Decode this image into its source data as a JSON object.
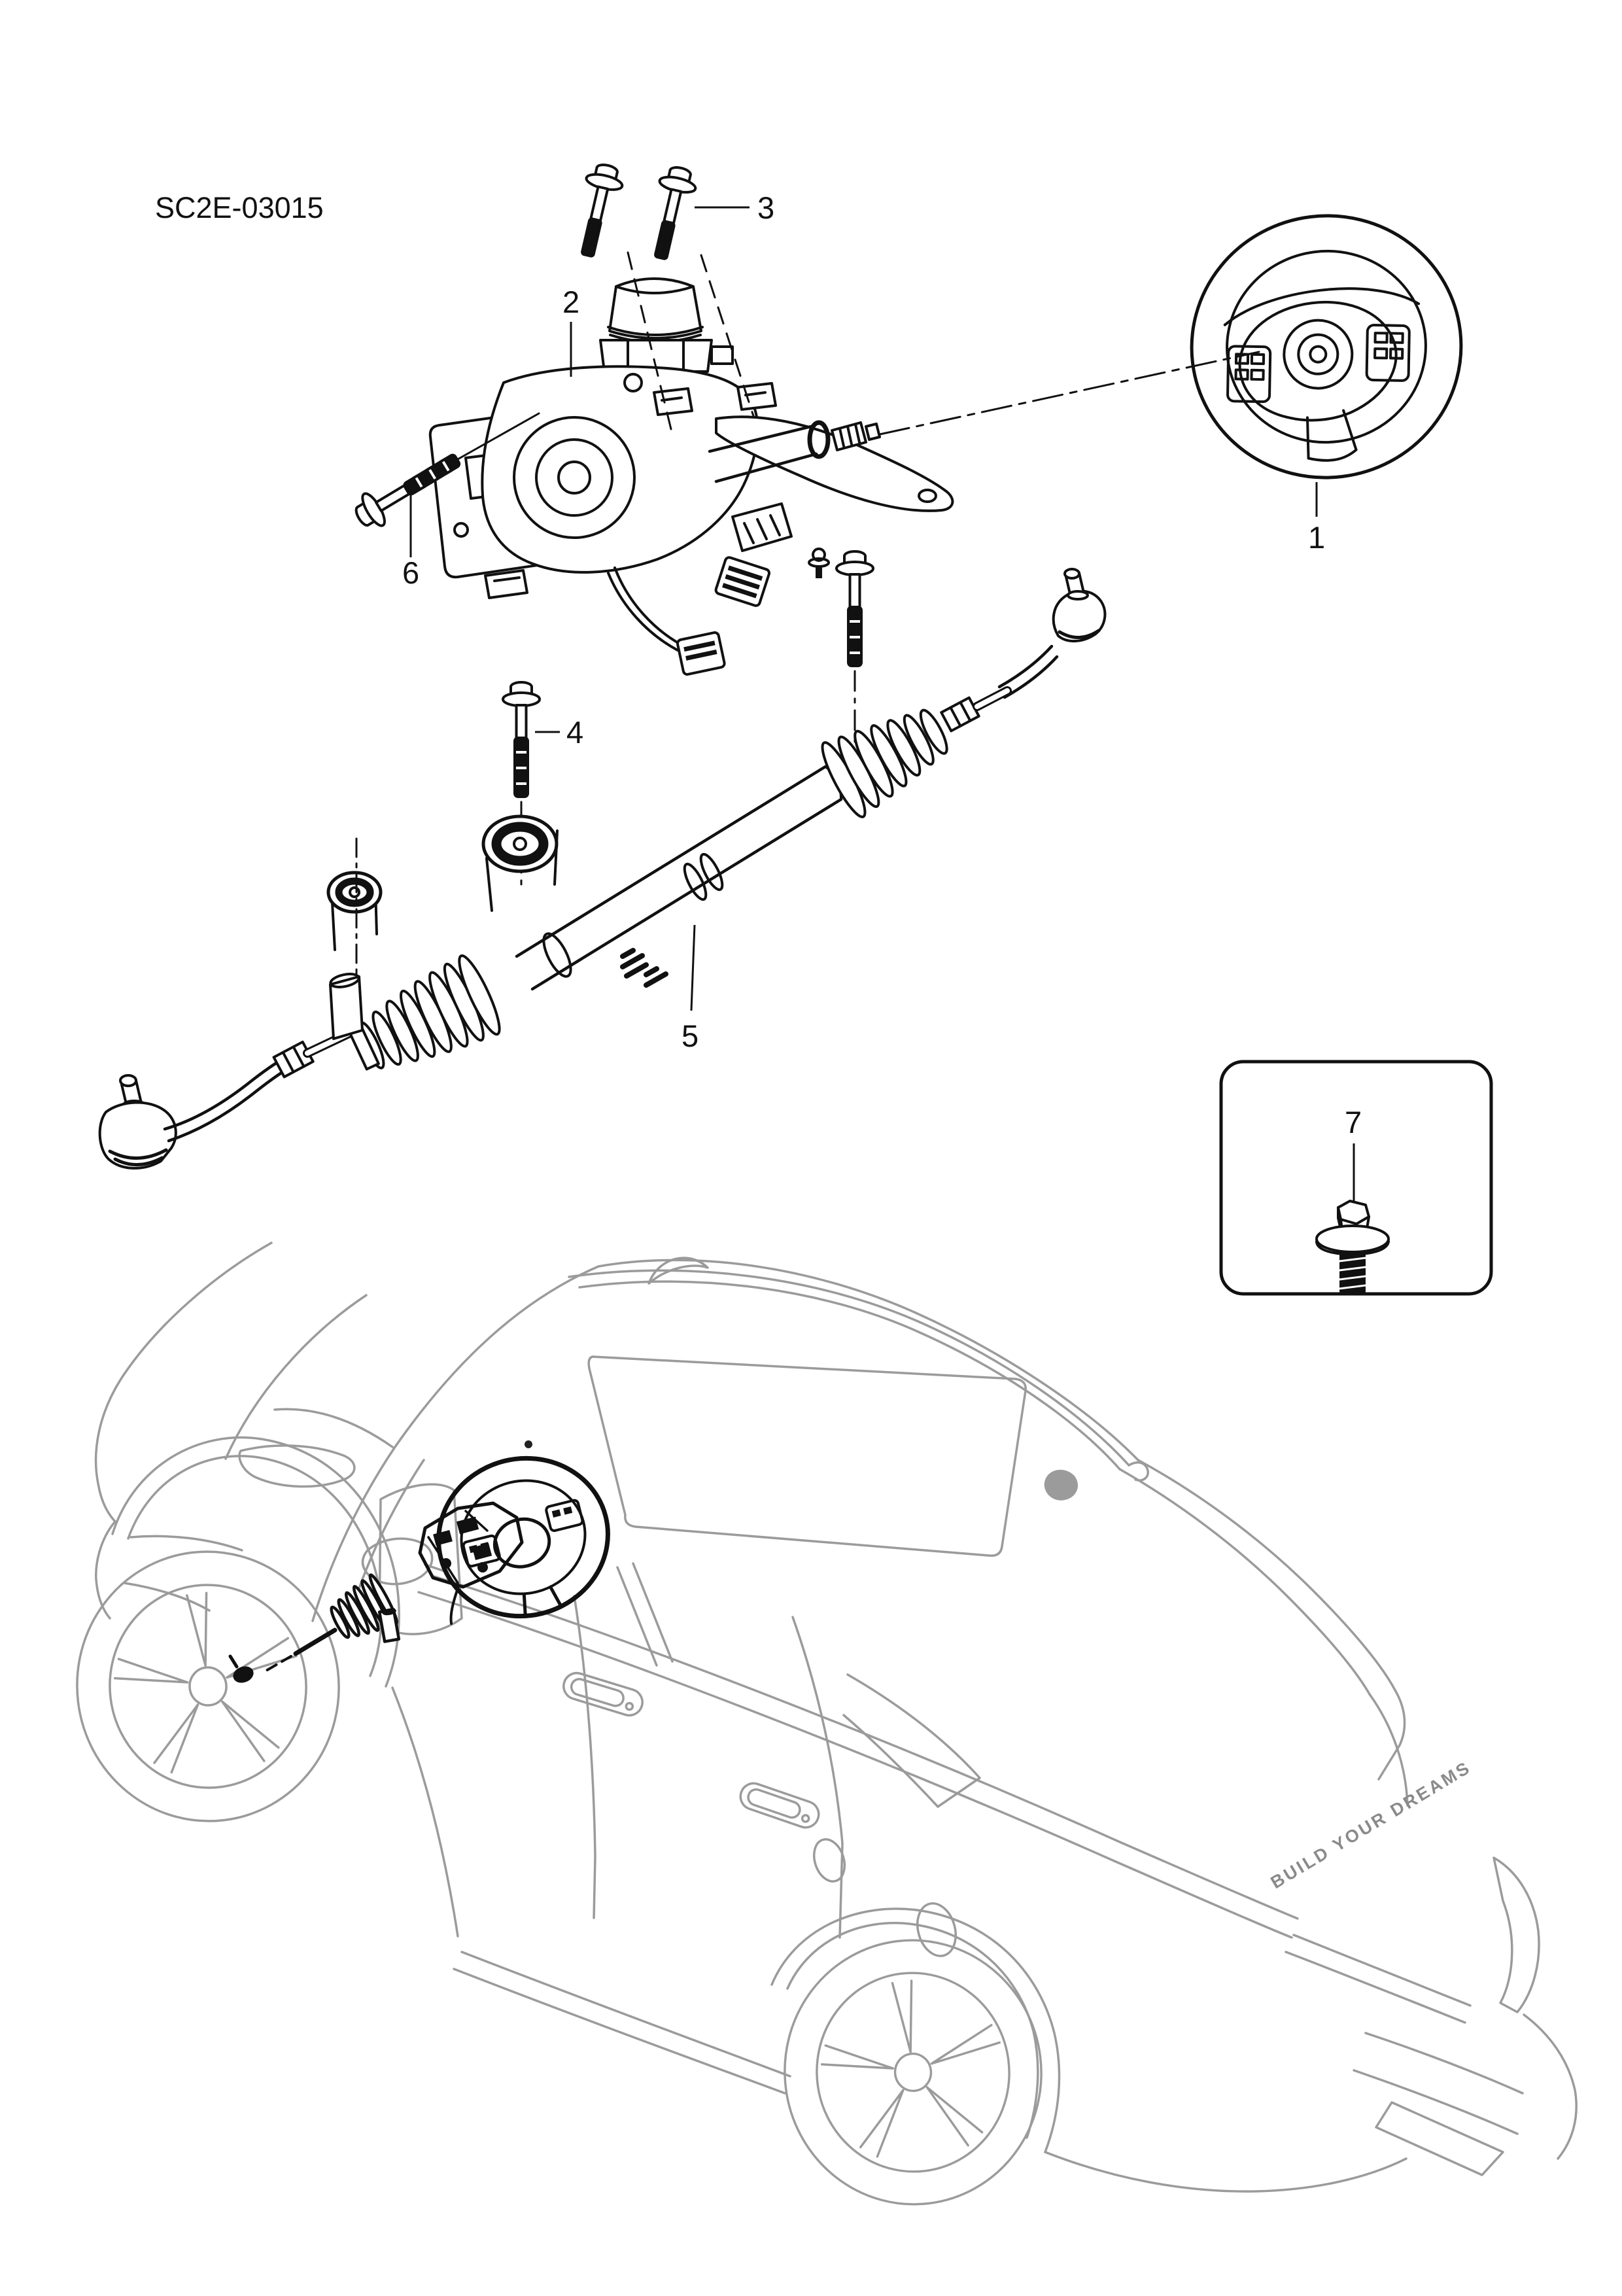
{
  "diagram": {
    "code": "SC2E-03015",
    "callouts": {
      "c1": "1",
      "c2": "2",
      "c3": "3",
      "c4": "4",
      "c5": "5",
      "c6": "6",
      "c7": "7"
    },
    "branding": "BUILD YOUR DREAMS",
    "colors": {
      "part_line": "#111111",
      "car_line": "#9b9b9b",
      "background": "#ffffff"
    },
    "icons": [
      "steering-wheel-icon",
      "steering-column-icon",
      "flange-bolt-icon",
      "steering-rack-icon",
      "vehicle-outline-icon"
    ]
  }
}
